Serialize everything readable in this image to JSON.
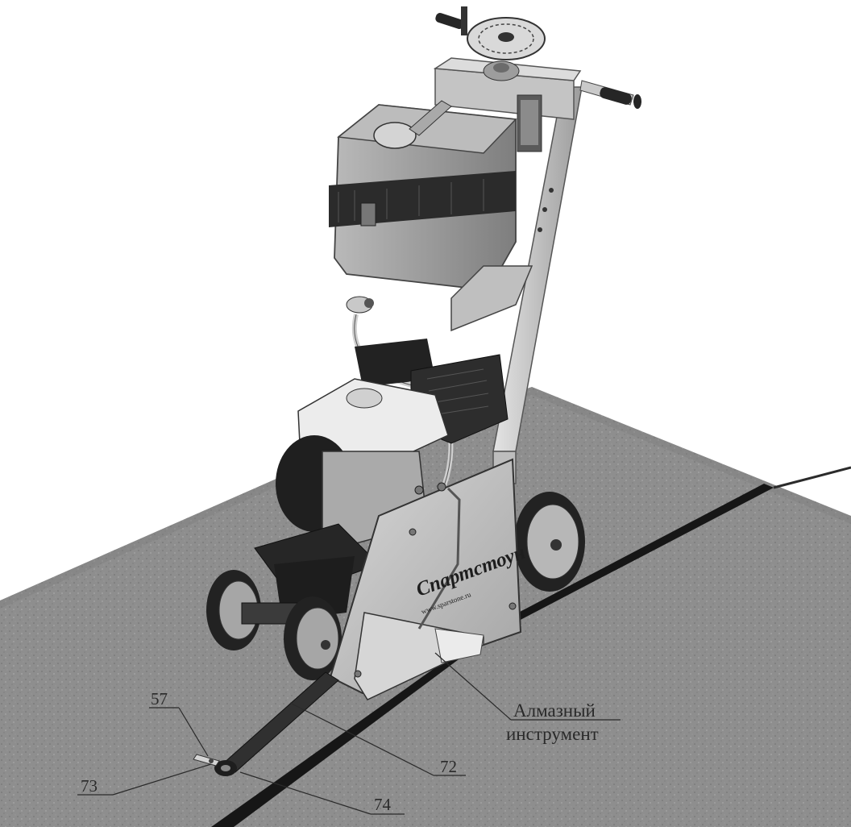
{
  "machine": {
    "brand": "Спартстоун",
    "website": "www.sparstone.ru"
  },
  "callouts": [
    {
      "id": "57",
      "label": "57"
    },
    {
      "id": "73",
      "label": "73"
    },
    {
      "id": "72",
      "label": "72"
    },
    {
      "id": "74",
      "label": "74"
    }
  ],
  "tool_label": {
    "line1": "Алмазный",
    "line2": "инструмент"
  },
  "colors": {
    "floor": "#8e8e8e",
    "groove": "#161616",
    "metal_light": "#cfcfcf",
    "metal_mid": "#a9a9a9",
    "metal_dark": "#5d5d5d",
    "rubber": "#262626",
    "tank": "#9b9b9b"
  }
}
